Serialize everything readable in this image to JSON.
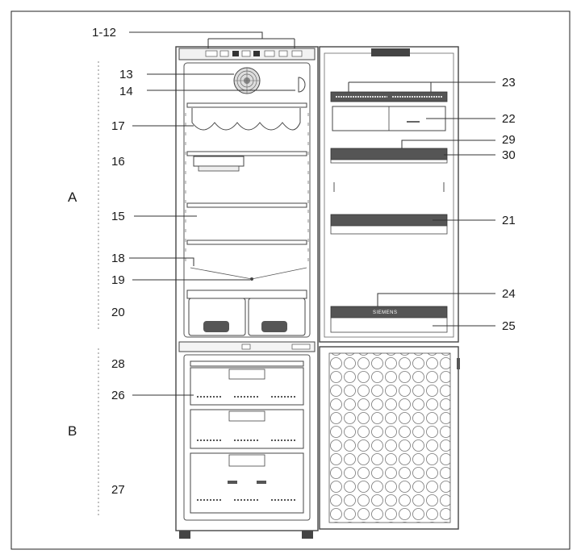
{
  "labels": {
    "l1_12": "1-12",
    "l13": "13",
    "l14": "14",
    "l17": "17",
    "l16": "16",
    "l15": "15",
    "l18": "18",
    "l19": "19",
    "l20": "20",
    "l28": "28",
    "l26": "26",
    "l27": "27",
    "l23": "23",
    "l22": "22",
    "l29": "29",
    "l30": "30",
    "l21": "21",
    "l24": "24",
    "l25": "25"
  },
  "sections": {
    "a": "A",
    "b": "B"
  },
  "brand": "SIEMENS",
  "colors": {
    "ink": "#1a1a1a",
    "door_shelf": "#555555",
    "fridge_fill": "#ffffff",
    "frame": "#444444"
  }
}
